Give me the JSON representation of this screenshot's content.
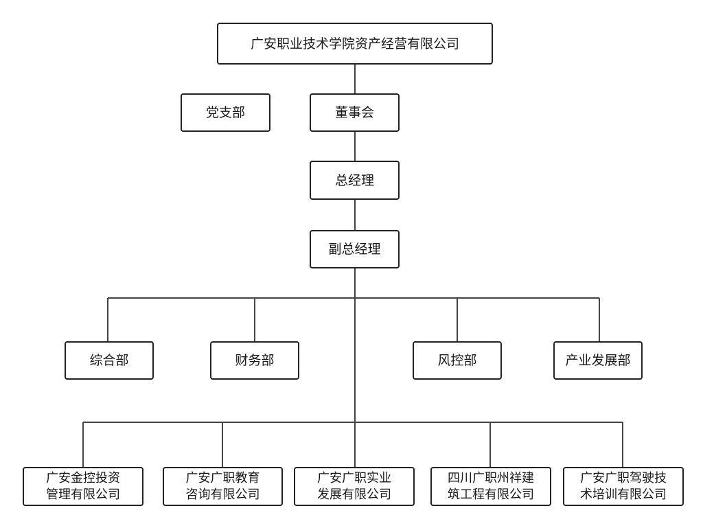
{
  "org_chart": {
    "root": "广安职业技术学院资产经营有限公司",
    "party_branch": "党支部",
    "board": "董事会",
    "general_manager": "总经理",
    "deputy_general_manager": "副总经理",
    "departments": [
      "综合部",
      "财务部",
      "风控部",
      "产业发展部"
    ],
    "subsidiaries": [
      [
        "广安金控投资",
        "管理有限公司"
      ],
      [
        "广安广职教育",
        "咨询有限公司"
      ],
      [
        "广安广职实业",
        "发展有限公司"
      ],
      [
        "四川广职州祥建",
        "筑工程有限公司"
      ],
      [
        "广安广职驾驶技",
        "术培训有限公司"
      ]
    ]
  }
}
